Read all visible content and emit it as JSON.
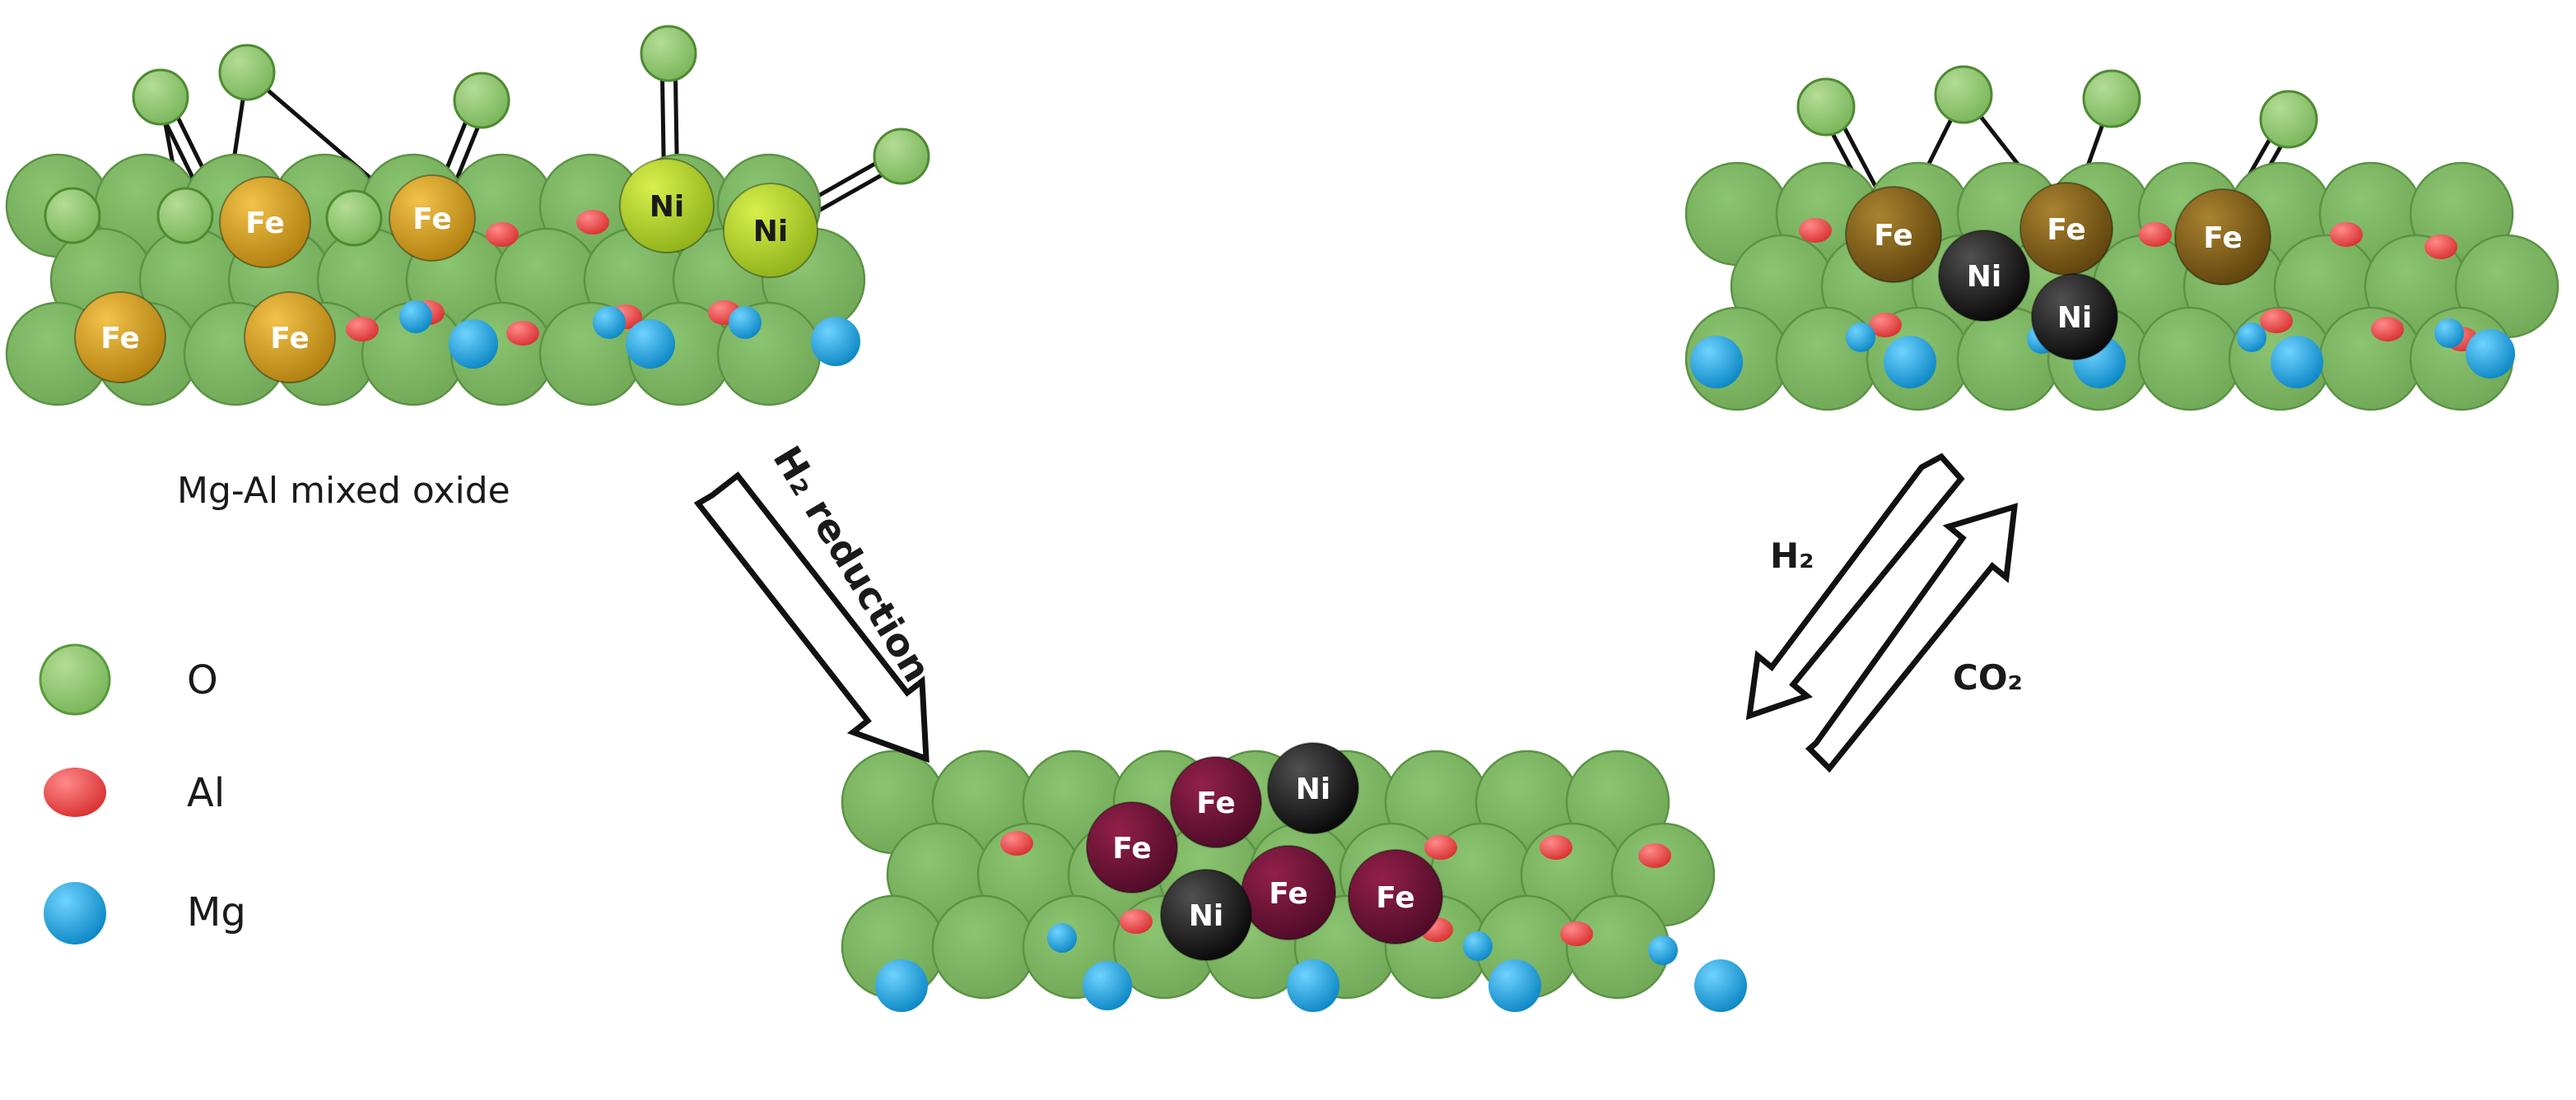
{
  "support_label": "Mg-Al mixed oxide",
  "arrows": {
    "reduction": "H₂ reduction",
    "h2": "H₂",
    "co2": "CO₂"
  },
  "legend": [
    {
      "symbol": "O",
      "color": "#8dc26f"
    },
    {
      "symbol": "Al",
      "color": "#f05454"
    },
    {
      "symbol": "Mg",
      "color": "#1aa6e8"
    }
  ],
  "atom_labels": {
    "fe": "Fe",
    "ni": "Ni"
  },
  "colors": {
    "oxygen": "#8dc26f",
    "oxygen_edge": "#5a9a3c",
    "support": "#75ae5d",
    "aluminum": "#f05454",
    "magnesium": "#1aa6e8",
    "fe_oxidized": "#d9a21b",
    "ni_oxidized": "#b5d92a",
    "fe_partial": "#8a6417",
    "fe_reduced": "#6e1238",
    "ni_reduced": "#141414"
  }
}
